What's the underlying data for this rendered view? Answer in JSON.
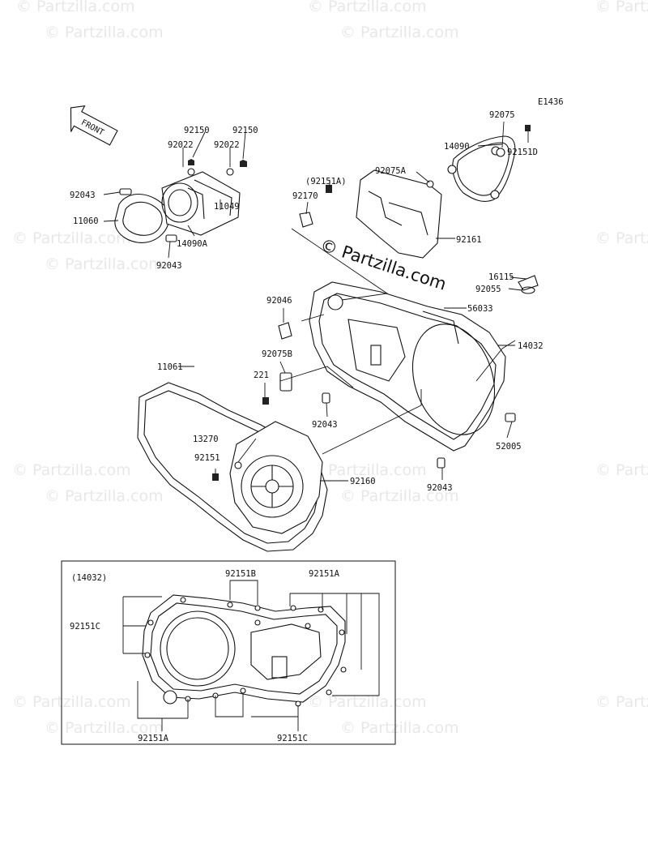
{
  "diagram_code": "E1436",
  "watermark": "© Partzilla.com",
  "center_watermark": "© Partzilla.com",
  "front_label": "FRONT",
  "inset_title": "(14032)",
  "labels": [
    {
      "id": "l92150a",
      "text": "92150"
    },
    {
      "id": "l92150b",
      "text": "92150"
    },
    {
      "id": "l92022a",
      "text": "92022"
    },
    {
      "id": "l92022b",
      "text": "92022"
    },
    {
      "id": "l92043a",
      "text": "92043"
    },
    {
      "id": "l11060",
      "text": "11060"
    },
    {
      "id": "l92043b",
      "text": "92043"
    },
    {
      "id": "l14090A",
      "text": "14090A"
    },
    {
      "id": "l11049",
      "text": "11049"
    },
    {
      "id": "l92075",
      "text": "92075"
    },
    {
      "id": "l14090",
      "text": "14090"
    },
    {
      "id": "l92151D",
      "text": "92151D"
    },
    {
      "id": "l92075A",
      "text": "92075A"
    },
    {
      "id": "l92151Ap",
      "text": "(92151A)"
    },
    {
      "id": "l92170",
      "text": "92170"
    },
    {
      "id": "l92161",
      "text": "92161"
    },
    {
      "id": "l16115",
      "text": "16115"
    },
    {
      "id": "l92055",
      "text": "92055"
    },
    {
      "id": "l56033",
      "text": "56033"
    },
    {
      "id": "l92046",
      "text": "92046"
    },
    {
      "id": "l14032",
      "text": "14032"
    },
    {
      "id": "l92075B",
      "text": "92075B"
    },
    {
      "id": "l221",
      "text": "221"
    },
    {
      "id": "l11061",
      "text": "11061"
    },
    {
      "id": "l92043c",
      "text": "92043"
    },
    {
      "id": "l13270",
      "text": "13270"
    },
    {
      "id": "l92151",
      "text": "92151"
    },
    {
      "id": "l92160",
      "text": "92160"
    },
    {
      "id": "l52005",
      "text": "52005"
    },
    {
      "id": "l92043d",
      "text": "92043"
    },
    {
      "id": "l92151B",
      "text": "92151B"
    },
    {
      "id": "l92151Aa",
      "text": "92151A"
    },
    {
      "id": "l92151Ca",
      "text": "92151C"
    },
    {
      "id": "l92151Ab",
      "text": "92151A"
    },
    {
      "id": "l92151Cb",
      "text": "92151C"
    }
  ]
}
